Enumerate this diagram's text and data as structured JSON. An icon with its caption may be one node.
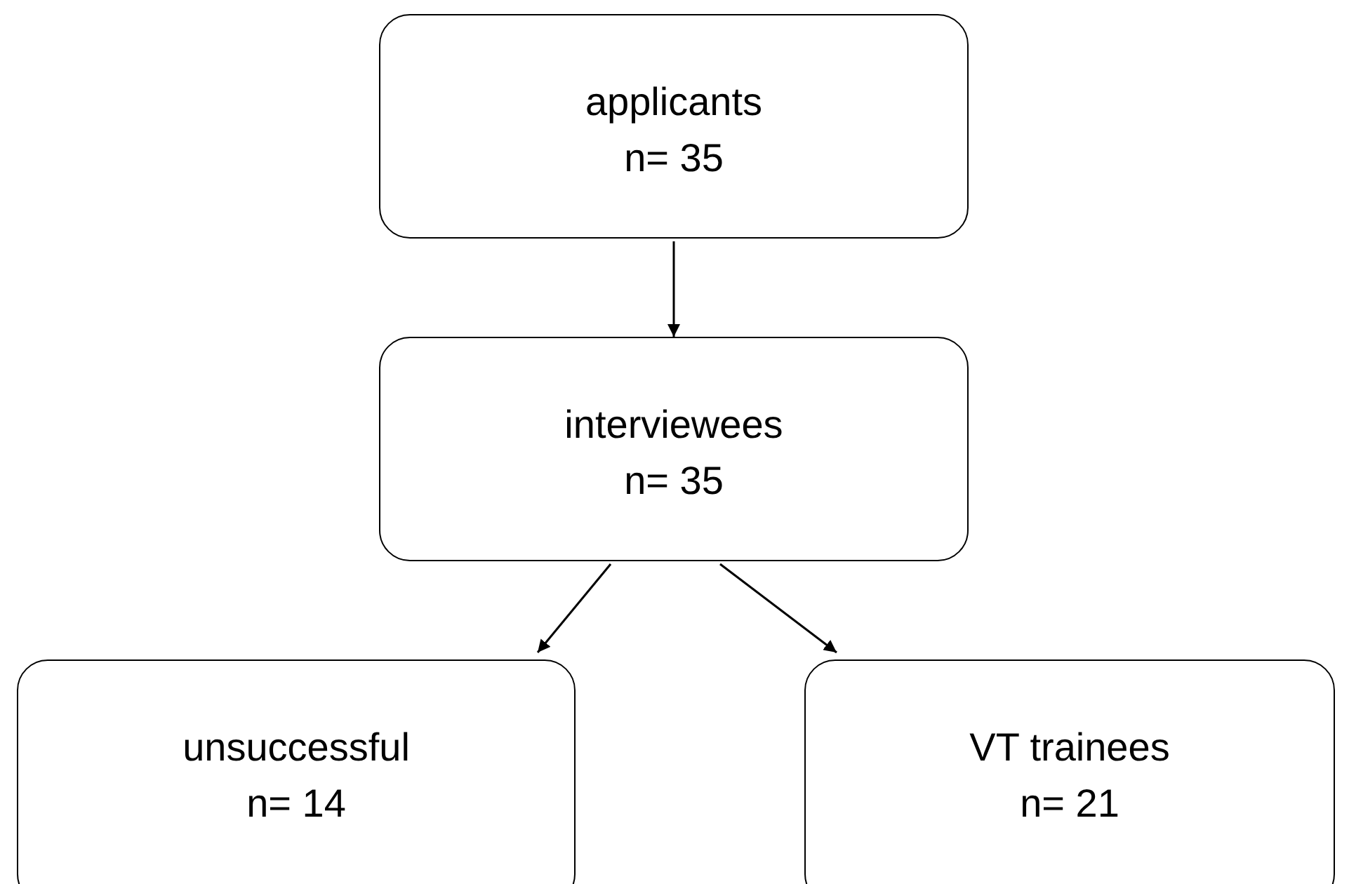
{
  "diagram": {
    "nodes": [
      {
        "text": [
          "applicants",
          "n= 35"
        ]
      },
      {
        "text": [
          "interviewees",
          "n= 35"
        ]
      },
      {
        "text": [
          "unsuccessful",
          "n= 14"
        ]
      },
      {
        "text": [
          "VT trainees",
          "n= 21"
        ]
      }
    ],
    "edges": [
      {
        "from": 0,
        "to": 1,
        "arrow": "to"
      },
      {
        "from": 1,
        "to": 2,
        "arrow": "to"
      },
      {
        "from": 1,
        "to": 3,
        "arrow": "to"
      }
    ]
  }
}
